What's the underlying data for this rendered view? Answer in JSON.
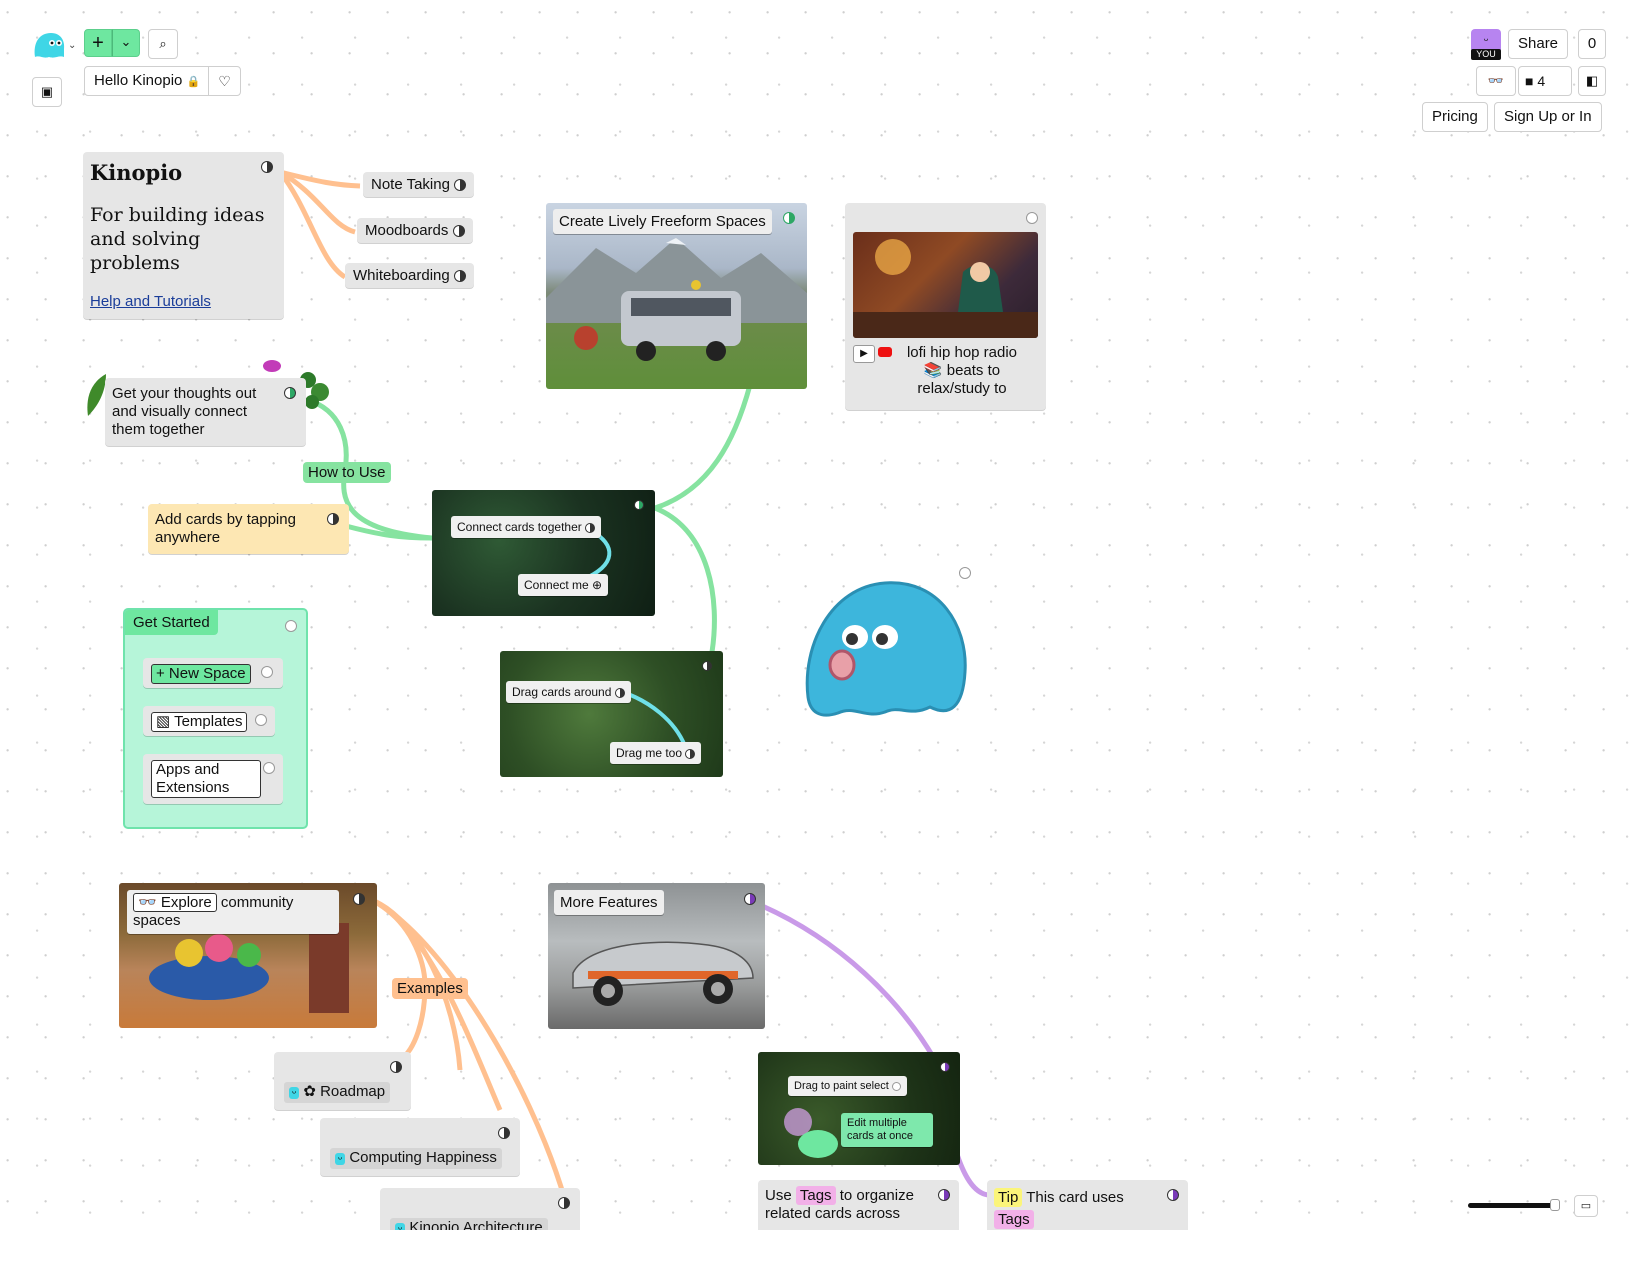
{
  "toolbar": {
    "space_name": "Hello Kinopio",
    "add_icon": "plus-icon",
    "search_icon": "search-icon",
    "heart_icon": "heart-icon",
    "lock_icon": "lock-icon",
    "sidebar_icon": "sidebar-icon"
  },
  "topright": {
    "avatar_label": "YOU",
    "share_label": "Share",
    "share_count": "0",
    "viewer_count": "4",
    "pricing_label": "Pricing",
    "signup_label": "Sign Up or In"
  },
  "cards": {
    "kinopio": {
      "title": "Kinopio",
      "body": "For building ideas and solving problems",
      "link": "Help and Tutorials"
    },
    "note_taking": "Note Taking",
    "moodboards": "Moodboards",
    "whiteboarding": "Whiteboarding",
    "freeform": "Create Lively Freeform Spaces",
    "lofi": "lofi hip hop radio 📚 beats to relax/study to",
    "thoughts": "Get your thoughts out and visually connect them together",
    "how_to_use": "How to Use",
    "add_cards": "Add cards by tapping anywhere",
    "connect_together": "Connect cards together",
    "connect_me": "Connect me",
    "drag_around": "Drag cards around",
    "drag_me_too": "Drag me too",
    "get_started": "Get Started",
    "new_space": "+ New Space",
    "templates": "Templates",
    "apps": "Apps and Extensions",
    "explore_badge": "Explore",
    "explore_rest": "community spaces",
    "examples": "Examples",
    "roadmap": "Roadmap",
    "computing": "Computing Happiness",
    "architecture": "Kinopio Architecture",
    "more_features": "More Features",
    "paint_select": "Drag to paint select",
    "edit_multiple": "Edit multiple cards at once",
    "use_tags": {
      "pre": "Use",
      "tag": "Tags",
      "post": "to organize related cards across"
    },
    "tip": {
      "tag": "Tip",
      "text": "This card uses",
      "tag2": "Tags"
    }
  },
  "colors": {
    "green_line": "#86e3a0",
    "orange_line": "#ffc08f",
    "purple_line": "#c99ae8",
    "teal_line": "#6fe0e8",
    "get_started_bg": "#b6f5d9",
    "add_cards_bg": "#fde7b3",
    "accent_green": "#6ee7a0"
  }
}
